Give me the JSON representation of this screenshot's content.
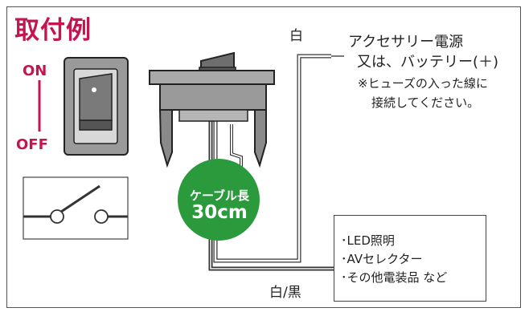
{
  "title": "取付例",
  "switch_states": {
    "on": "ON",
    "off": "OFF"
  },
  "wire_labels": {
    "top": "白",
    "bottom": "白/黒"
  },
  "power_note": {
    "line1": "アクセサリー電源",
    "line2": "又は、バッテリー(＋)",
    "fuse_line1": "※ヒューズの入った線に",
    "fuse_line2": "接続してください。"
  },
  "cable_badge": {
    "line1": "ケーブル長",
    "line2": "30cm",
    "color": "#2a9a3c"
  },
  "devices": {
    "items": [
      "･LED照明",
      "･AVセレクター",
      "･その他電装品 など"
    ]
  },
  "colors": {
    "accent": "#c4154f",
    "switch_body": "#8a8a8a",
    "badge": "#2a9a3c"
  }
}
